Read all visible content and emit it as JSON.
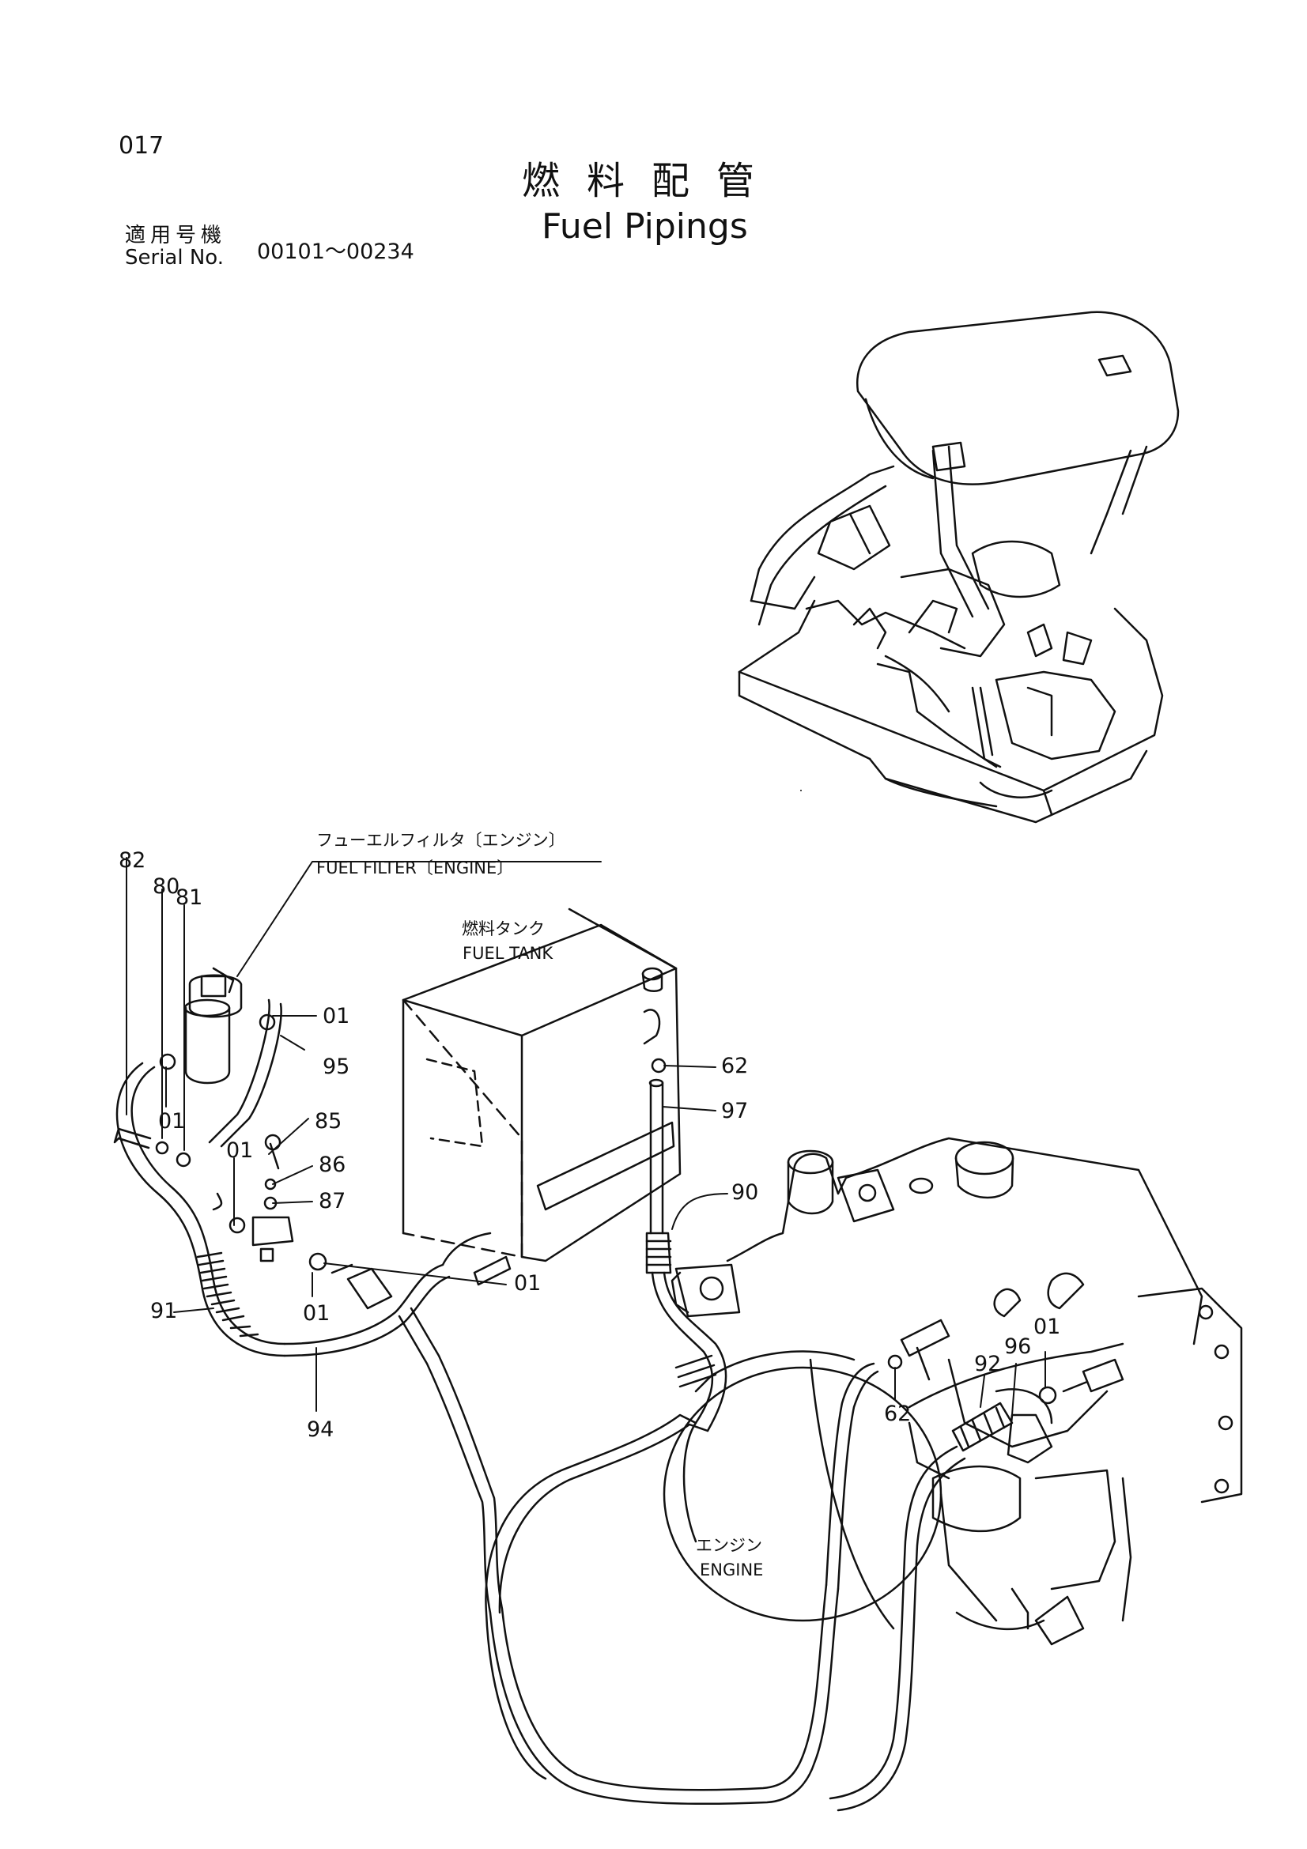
{
  "header": {
    "page_number": "017",
    "title_jp": "燃料配管",
    "title_en": "Fuel Pipings",
    "serial_label_jp": "適用号機",
    "serial_label_en": "Serial No.",
    "serial_range": "00101～00234"
  },
  "labels": {
    "fuel_filter_jp": "フューエルフィルタ〔エンジン〕",
    "fuel_filter_en": "FUEL FILTER〔ENGINE〕",
    "fuel_tank_jp": "燃料タンク",
    "fuel_tank_en": "FUEL TANK",
    "engine_jp": "エンジン",
    "engine_en": "ENGINE"
  },
  "part_numbers": [
    "82",
    "80",
    "81",
    "01",
    "95",
    "01",
    "85",
    "01",
    "86",
    "87",
    "01",
    "91",
    "94",
    "01",
    "62",
    "97",
    "90",
    "62",
    "92",
    "96",
    "01"
  ]
}
